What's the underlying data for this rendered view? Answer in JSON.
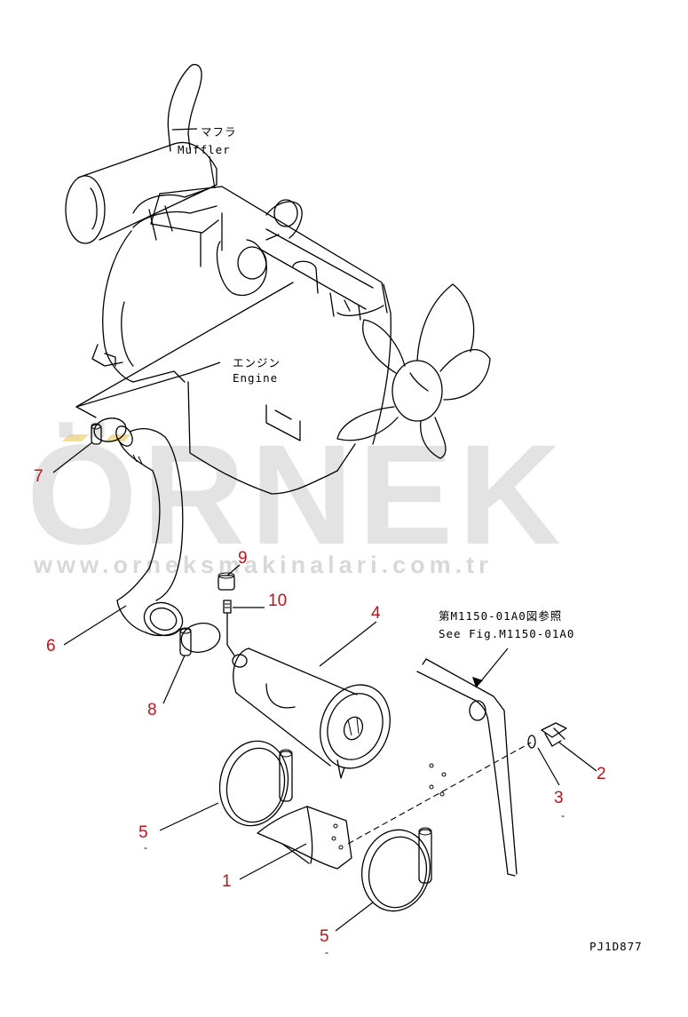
{
  "labels": {
    "muffler_jp": "マフラ",
    "muffler_en": "Muffler",
    "engine_jp": "エンジン",
    "engine_en": "Engine",
    "ref_jp": "第M1150-01A0図参照",
    "ref_en": "See Fig.M1150-01A0",
    "drawing_code": "PJ1D877"
  },
  "callouts": {
    "c1": "1",
    "c2": "2",
    "c3": "3",
    "c4": "4",
    "c5a": "5",
    "c5b": "5",
    "c6": "6",
    "c7": "7",
    "c8": "8",
    "c9": "9",
    "c10": "10"
  },
  "marks": {
    "m3": "-",
    "m5a": "-",
    "m5b": "-"
  },
  "watermark": {
    "brand": "ÖRNEK",
    "url": "www.orneksmakinalari.com.tr"
  },
  "colors": {
    "callout": "#c0121a",
    "watermark": "#d2d2d2",
    "watermark_accent": "#f2dc9a"
  }
}
